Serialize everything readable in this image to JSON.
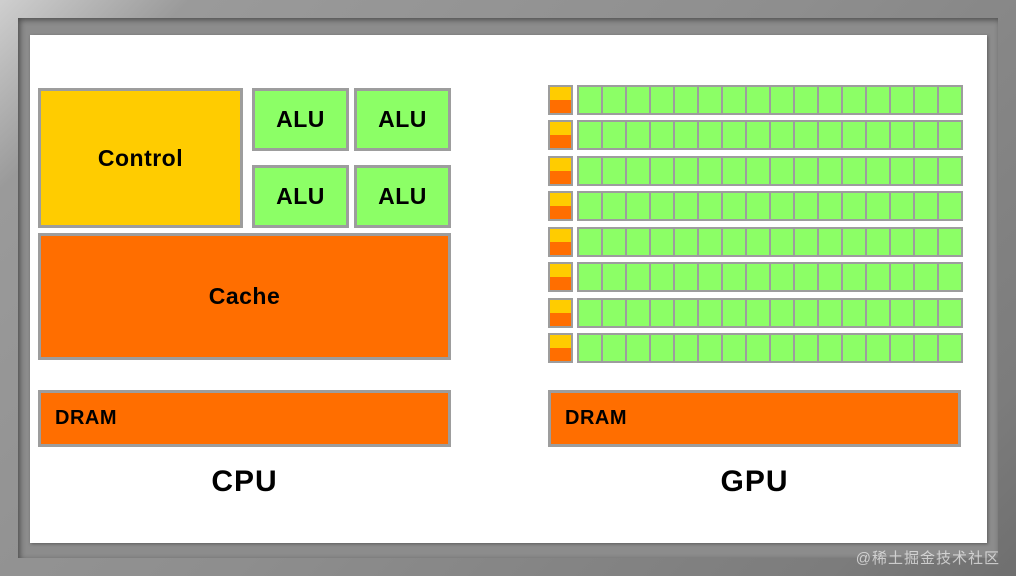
{
  "colors": {
    "control_yellow": "#FFCC00",
    "cache_orange": "#FF6E00",
    "alu_green": "#8CFF66",
    "block_border_gray": "#9D9D9D",
    "frame_gray": "#8C8C8C",
    "panel_white": "#FFFFFF"
  },
  "cpu": {
    "control_label": "Control",
    "alu_labels": [
      "ALU",
      "ALU",
      "ALU",
      "ALU"
    ],
    "cache_label": "Cache",
    "dram_label": "DRAM",
    "title": "CPU"
  },
  "gpu": {
    "dram_label": "DRAM",
    "title": "GPU",
    "rows": 8,
    "cells_per_row": 16,
    "control_top_color": "#FFCC00",
    "control_bottom_color": "#FF6E00",
    "cell_color": "#8CFF66"
  },
  "watermark": {
    "text": "@稀土掘金技术社区"
  }
}
